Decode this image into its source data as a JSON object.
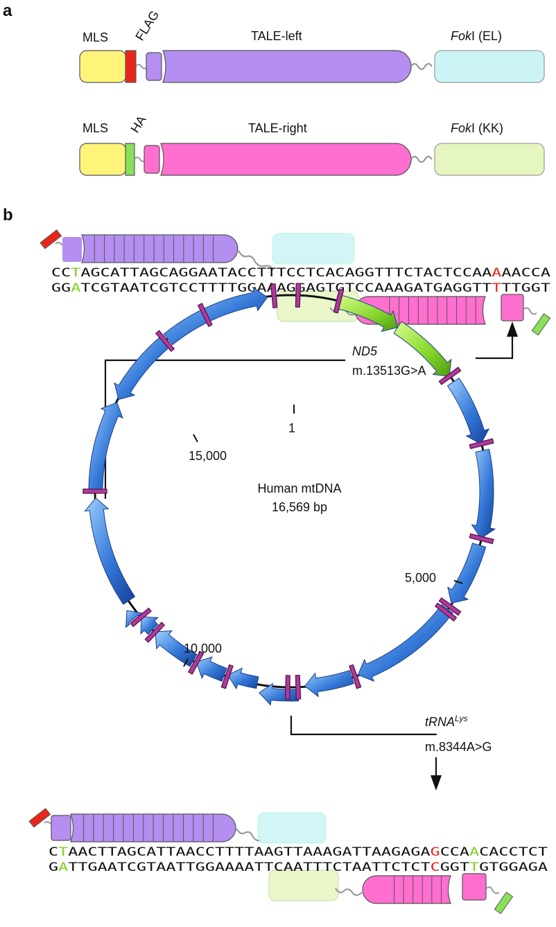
{
  "panels": {
    "a": "a",
    "b": "b"
  },
  "construct_left": {
    "mls": "MLS",
    "tag": "FLAG",
    "tale": "TALE-left",
    "fok_italic": "Fok",
    "fok_rest": "I (EL)"
  },
  "construct_right": {
    "mls": "MLS",
    "tag": "HA",
    "tale": "TALE-right",
    "fok_italic": "Fok",
    "fok_rest": "I (KK)"
  },
  "colors": {
    "mls": "#fff47a",
    "flag": "#e8261c",
    "ha": "#8be05a",
    "tale_left": "#b48ef0",
    "tale_right": "#ff6fd0",
    "fok_el": "#ccf4f6",
    "fok_kk": "#e6f6c0",
    "gene_blue": "#2a66c8",
    "gene_green": "#7fd421",
    "trna": "#b23a9a",
    "mut_red": "#e8261c",
    "mark_green": "#7fd421"
  },
  "site_top": {
    "gene": "ND5",
    "mutation": "m.13513G>A",
    "strand_top": "CCTAGCATTAGCAGGAATACCTTTCCTCACAGGTTTCTACTCCAAAAACCA",
    "strand_bottom": "GGATCGTAATCGTCCTTTTGGAAAGGAGTGTCCAAAGATGAGGTTTTTGGT",
    "green_index": 2,
    "red_index": 45
  },
  "site_bottom": {
    "gene": "tRNA",
    "gene_sup": "Lys",
    "mutation": "m.8344A>G",
    "strand_top": "CTAACTTAGCATTAACCTTTTAAGTTAAAGATTAAGAGAGCCAACACCTCT",
    "strand_bottom": "GATTGAATCGTAATTGGAAAATTCAATTTCTAATTCTCTCGGTTGTGGAGA",
    "green_indices": [
      1,
      43
    ],
    "red_index": 39
  },
  "genome": {
    "title": "Human mtDNA",
    "size": "16,569 bp",
    "ticks": [
      "1",
      "5,000",
      "10,000",
      "15,000"
    ]
  }
}
